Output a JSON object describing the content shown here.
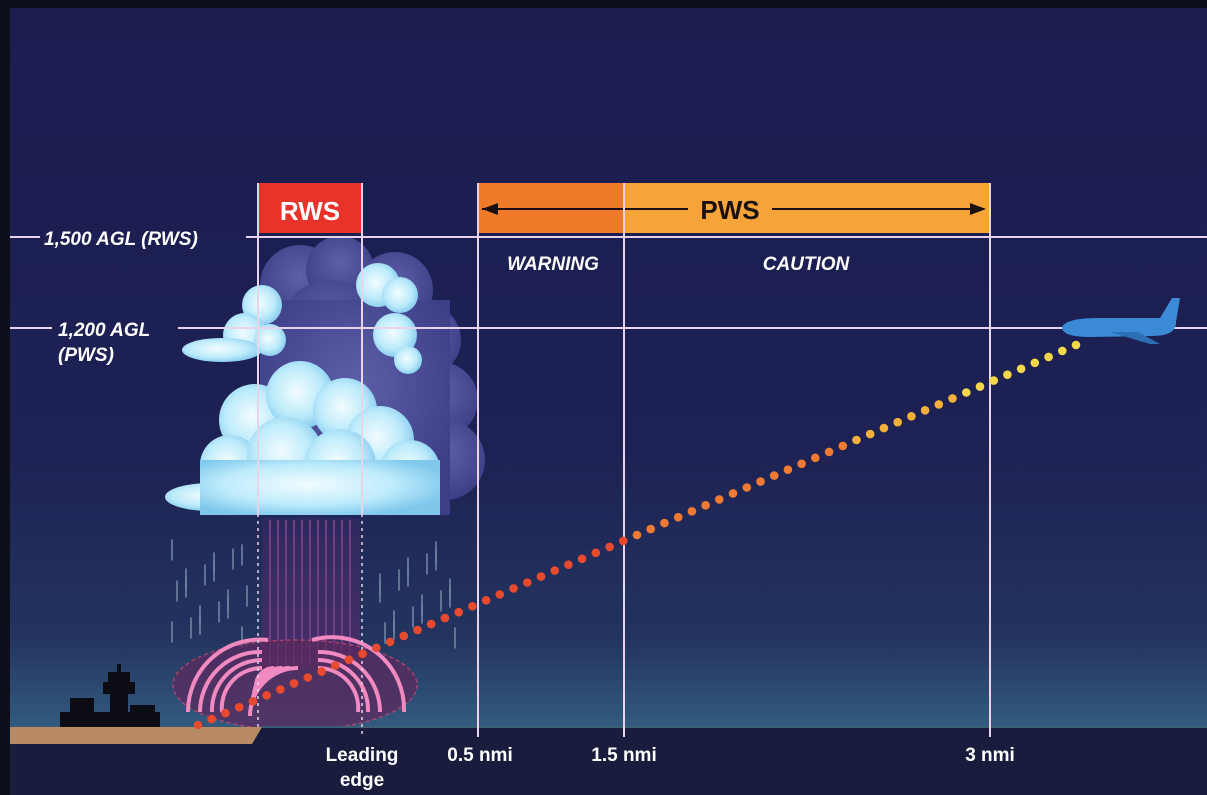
{
  "altitudes": {
    "rws_line": "1,500 AGL (RWS)",
    "pws_line_1": "1,200 AGL",
    "pws_line_2": "(PWS)"
  },
  "bars": {
    "rws": "RWS",
    "pws": "PWS",
    "warning": "WARNING",
    "caution": "CAUTION"
  },
  "distances": {
    "leading_edge_1": "Leading",
    "leading_edge_2": "edge",
    "d05": "0.5 nmi",
    "d15": "1.5 nmi",
    "d3": "3 nmi"
  },
  "colors": {
    "sky_top": "#1b1d4d",
    "sky_bottom": "#3a6f8e",
    "rws_bar": "#e8332b",
    "warning_bar": "#f07a2a",
    "caution_bar": "#f6a43a",
    "grid_line": "#e8d4ea",
    "ground": "#b98a66",
    "cloud_light": "#c6eefc",
    "cloud_dark": "#4d4f96",
    "plane": "#3b8ad6",
    "path_red": "#e74a2e",
    "path_yellow": "#f2d84a"
  }
}
